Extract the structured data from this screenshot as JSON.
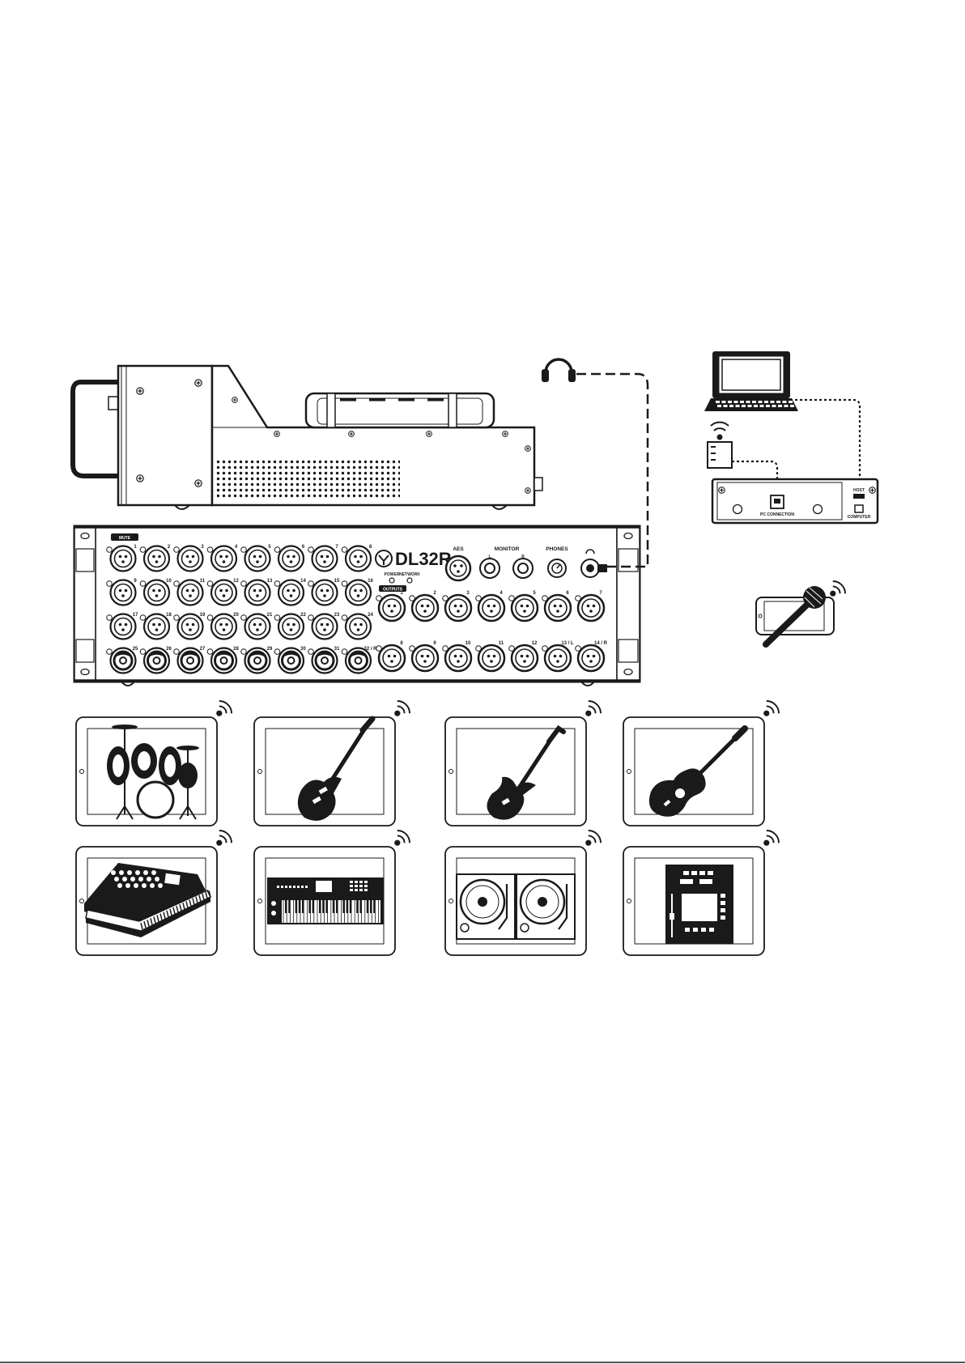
{
  "brand": "DL32R",
  "panel": {
    "mute_label": "MUTE",
    "aes_label": "AES",
    "monitor_label": "MONITOR",
    "phones_label": "PHONES",
    "monitor_lr": [
      "L",
      "R"
    ],
    "led_labels": [
      "POWER",
      "NETWORK"
    ],
    "outputs_label": "OUTPUTS",
    "input_numbers": [
      [
        "1",
        "2",
        "3",
        "4",
        "5",
        "6",
        "7",
        "8"
      ],
      [
        "9",
        "10",
        "11",
        "12",
        "13",
        "14",
        "15",
        "16"
      ],
      [
        "17",
        "18",
        "19",
        "20",
        "21",
        "22",
        "23",
        "24"
      ],
      [
        "25",
        "26",
        "27",
        "28",
        "29",
        "30",
        "31",
        "32 / R"
      ]
    ],
    "output_numbers": [
      [
        "1",
        "2",
        "3",
        "4",
        "5",
        "6",
        "7"
      ],
      [
        "8",
        "9",
        "10",
        "11",
        "12",
        "13 / L",
        "14 / R"
      ]
    ]
  },
  "router": {
    "port_label": "PC CONNECTION",
    "port_labels": [
      "HOST",
      "COMPUTER"
    ]
  },
  "icons": {
    "top": [
      "headphones-icon",
      "laptop-icon",
      "wireless-router-icon",
      "smartphone-microphone-icon"
    ],
    "tablets": [
      "drum-kit-icon",
      "bass-guitar-icon",
      "electric-guitar-icon",
      "acoustic-guitar-icon",
      "synthesizer-icon",
      "keyboard-workstation-icon",
      "turntables-icon",
      "drum-machine-icon"
    ]
  },
  "colors": {
    "ink": "#1a1a1a",
    "paper": "#ffffff"
  }
}
